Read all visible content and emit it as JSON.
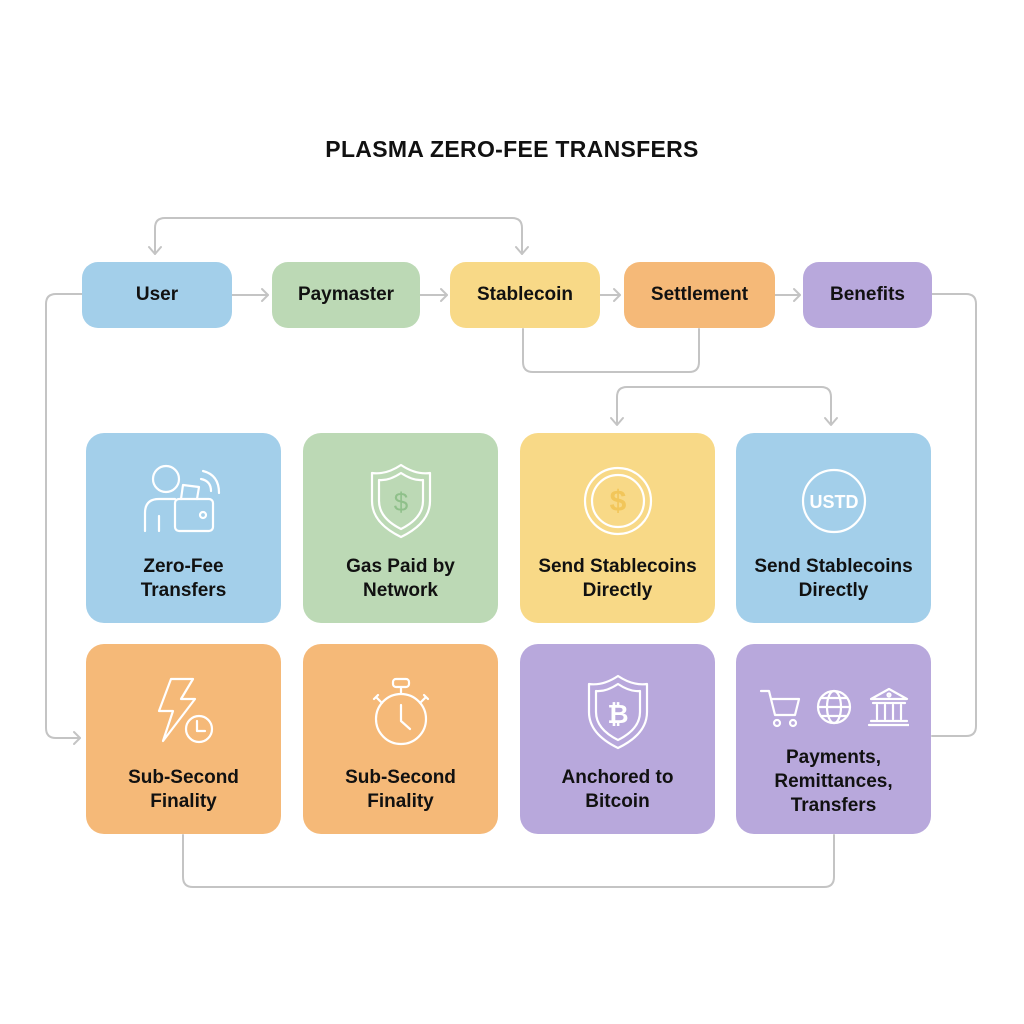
{
  "title": "PLASMA ZERO-FEE TRANSFERS",
  "flow": [
    {
      "label": "User",
      "color": "#a3cfea"
    },
    {
      "label": "Paymaster",
      "color": "#bcd9b5"
    },
    {
      "label": "Stablecoin",
      "color": "#f8d987"
    },
    {
      "label": "Settlement",
      "color": "#f5b978"
    },
    {
      "label": "Benefits",
      "color": "#b8a8dc"
    }
  ],
  "cards": [
    {
      "label": "Zero-Fee\nTransfers",
      "icon": "user-wallet-icon",
      "color": "#a3cfea"
    },
    {
      "label": "Gas Paid by\nNetwork",
      "icon": "shield-dollar-icon",
      "color": "#bcd9b5"
    },
    {
      "label": "Send Stablecoins\nDirectly",
      "icon": "dollar-coin-icon",
      "color": "#f8d987"
    },
    {
      "label": "Send Stablecoins\nDirectly",
      "icon": "ustd-coin-icon",
      "icon_text": "USTD",
      "color": "#a3cfea"
    },
    {
      "label": "Sub-Second\nFinality",
      "icon": "lightning-clock-icon",
      "color": "#f5b978"
    },
    {
      "label": "Sub-Second\nFinality",
      "icon": "stopwatch-icon",
      "color": "#f5b978"
    },
    {
      "label": "Anchored to\nBitcoin",
      "icon": "shield-bitcoin-icon",
      "color": "#b8a8dc"
    },
    {
      "label": "Payments,\nRemittances,\nTransfers",
      "icon": "cart-globe-bank-icon",
      "color": "#b8a8dc"
    }
  ]
}
